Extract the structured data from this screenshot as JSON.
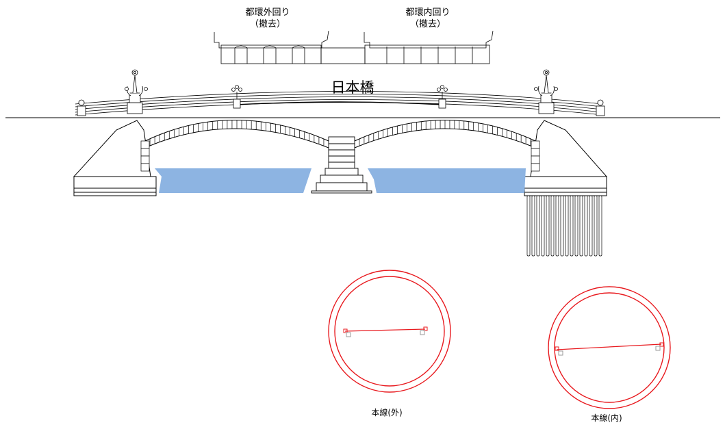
{
  "labels": {
    "expressway_outer": "都環外回り",
    "expressway_outer_note": "（撤去）",
    "expressway_inner": "都環内回り",
    "expressway_inner_note": "（撤去）",
    "bridge_name": "日本橋",
    "tunnel_outer": "本線(外)",
    "tunnel_inner": "本線(内)"
  },
  "colors": {
    "water": "#8db4e2",
    "tunnel_ring": "#e8191e",
    "line": "#000000",
    "void_box": "#999999"
  },
  "icons": [
    "lamp-post-icon",
    "ornament-lamp-icon"
  ]
}
